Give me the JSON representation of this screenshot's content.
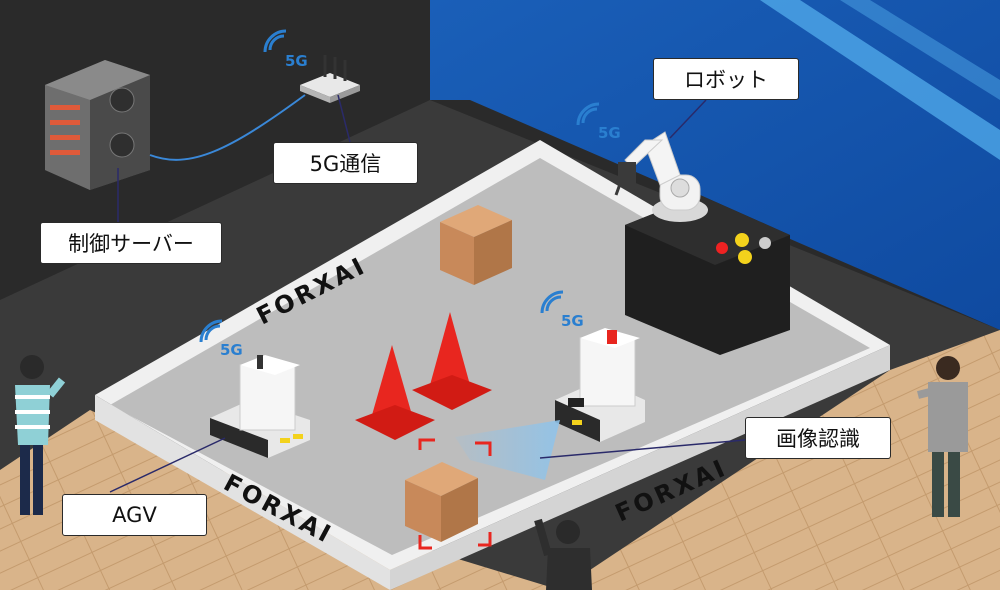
{
  "callouts": {
    "robot": "ロボット",
    "comm_5g": "5G通信",
    "server": "制御サーバー",
    "image_recognition": "画像認識",
    "agv": "AGV"
  },
  "badges": {
    "router": "5G",
    "robot": "5G",
    "agv_left": "5G",
    "agv_right": "5G"
  },
  "logos": {
    "top": "FORXAI",
    "bottom_left": "FORXAI",
    "bottom_right": "FORXAI"
  },
  "colors": {
    "wall_left": "#262626",
    "wall_right": "#1f63b8",
    "floor_wood": "#d9b48a",
    "arena_floor": "#bdbdbd",
    "arena_wall": "#f2f2f2",
    "cone": "#e8261f",
    "box": "#c8895a",
    "scan_beam": "#8fc3ea",
    "badge_5g": "#2a7fd0"
  }
}
